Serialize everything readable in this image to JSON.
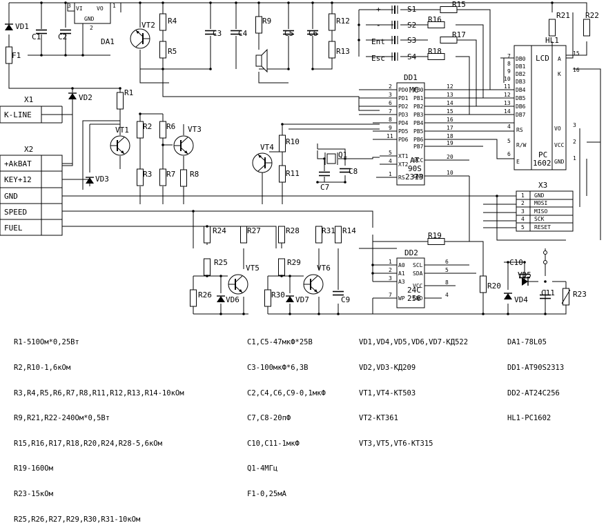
{
  "components": {
    "DA1": "DA1",
    "VD1": "VD1",
    "F1": "F1",
    "C1": "C1",
    "C2": "C2",
    "VI": "VI",
    "VO": "VO",
    "GND": "GND",
    "pin1": "1",
    "pin2": "2",
    "pin3": "3",
    "VT2": "VT2",
    "R4": "R4",
    "R5": "R5",
    "C3": "C3",
    "C4": "C4",
    "R9": "R9",
    "C5": "C5",
    "C6": "C6",
    "R12": "R12",
    "R13": "R13",
    "R1": "R1",
    "VD2": "VD2",
    "VT1": "VT1",
    "R2": "R2",
    "R3": "R3",
    "R6": "R6",
    "R7": "R7",
    "VT3": "VT3",
    "R8": "R8",
    "VD3": "VD3",
    "VT4": "VT4",
    "R10": "R10",
    "R11": "R11",
    "Q1": "Q1",
    "C7": "C7",
    "C8": "C8",
    "R24": "R24",
    "R25": "R25",
    "R26": "R26",
    "VD6": "VD6",
    "R27": "R27",
    "VT5": "VT5",
    "R28": "R28",
    "R29": "R29",
    "R30": "R30",
    "VD7": "VD7",
    "R31": "R31",
    "VT6": "VT6",
    "R14": "R14",
    "C9": "C9",
    "R19": "R19",
    "R20": "R20",
    "C10": "C10",
    "VD5": "VD5",
    "VD4": "VD4",
    "C11": "C11",
    "R23": "R23",
    "S1": "S1",
    "S2": "S2",
    "S3": "S3",
    "S4": "S4",
    "R15": "R15",
    "R16": "R16",
    "R17": "R17",
    "R18": "R18",
    "R21": "R21",
    "R22": "R22"
  },
  "buttons": {
    "plus": "+",
    "minus": "-",
    "ent": "Ent",
    "esc": "Esc"
  },
  "connector_x1": {
    "name": "X1",
    "pin": "K-LINE"
  },
  "connector_x2": {
    "name": "X2",
    "pins": [
      "+AkBAT",
      "KEY+12",
      "GND",
      "SPEED",
      "FUEL"
    ]
  },
  "connector_x3": {
    "name": "X3",
    "numbers": [
      "1",
      "2",
      "3",
      "4",
      "5"
    ],
    "signals": [
      "GND",
      "MOSI",
      "MISO",
      "SCK",
      "RESET"
    ]
  },
  "dd1": {
    "name": "DD1",
    "title": "MC",
    "part": [
      "AT",
      "90S",
      "2313"
    ],
    "left_pins": [
      "PD0",
      "PD1",
      "PD2",
      "PD3",
      "PD4",
      "PD5",
      "PD6",
      "XT1",
      "XT2",
      "RS"
    ],
    "left_nums": [
      "2",
      "3",
      "6",
      "7",
      "8",
      "9",
      "11",
      "5",
      "4",
      "1"
    ],
    "right_pins": [
      "PB0",
      "PB1",
      "PB2",
      "PB3",
      "PB4",
      "PB5",
      "PB6",
      "PB7",
      "VCC",
      "GND"
    ],
    "right_nums": [
      "12",
      "13",
      "14",
      "15",
      "16",
      "17",
      "18",
      "19",
      "20",
      "10"
    ]
  },
  "dd2": {
    "name": "DD2",
    "part": [
      "24C",
      "256"
    ],
    "left_pins": [
      "A0",
      "A1",
      "A3",
      "WP"
    ],
    "left_nums": [
      "1",
      "2",
      "3",
      "7"
    ],
    "right_pins": [
      "SCL",
      "SDA",
      "VCC",
      "GND"
    ],
    "right_nums": [
      "6",
      "5",
      "8",
      "4"
    ]
  },
  "hl1": {
    "name": "HL1",
    "title": "LCD",
    "part": [
      "PC",
      "1602"
    ],
    "data_pins": [
      "DB0",
      "DB1",
      "DB2",
      "DB3",
      "DB4",
      "DB5",
      "DB6",
      "DB7"
    ],
    "data_nums": [
      "7",
      "8",
      "9",
      "10",
      "11",
      "12",
      "13",
      "14"
    ],
    "ctrl_pins": [
      "RS",
      "R/W",
      "E"
    ],
    "ctrl_nums": [
      "4",
      "5",
      "6"
    ],
    "right_pins": [
      "A",
      "K",
      "VO",
      "VCC",
      "GND"
    ],
    "right_nums": [
      "15",
      "16",
      "3",
      "2",
      "1"
    ]
  },
  "bom": {
    "col1": [
      "R1-510Ом*0,25Вт",
      "R2,R10-1,6кОм",
      "R3,R4,R5,R6,R7,R8,R11,R12,R13,R14-10кОм",
      "R9,R21,R22-240Ом*0,5Вт",
      "R15,R16,R17,R18,R20,R24,R28-5,6кОм",
      "R19-160Ом",
      "R23-15кОм",
      "R25,R26,R27,R29,R30,R31-10кОм"
    ],
    "col2": [
      "C1,C5-47мкФ*25В",
      "C3-100мкФ*6,3В",
      "C2,C4,C6,C9-0,1мкФ",
      "C7,C8-20пФ",
      "C10,C11-1мкФ",
      "Q1-4МГц",
      "F1-0,25мА"
    ],
    "col3": [
      "VD1,VD4,VD5,VD6,VD7-КД522",
      "VD2,VD3-КД209",
      "VT1,VT4-КТ503",
      "VT2-КТ361",
      "VT3,VT5,VT6-КТ315"
    ],
    "col4": [
      "DA1-78L05",
      "DD1-AT90S2313",
      "DD2-AT24C256",
      "HL1-PC1602"
    ]
  }
}
